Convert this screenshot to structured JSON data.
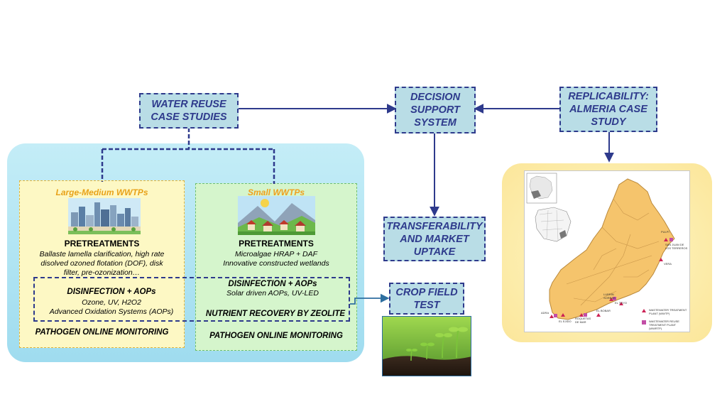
{
  "nodes": {
    "water_reuse": {
      "line1": "WATER REUSE",
      "line2": "CASE STUDIES"
    },
    "dss": {
      "line1": "DECISION",
      "line2": "SUPPORT",
      "line3": "SYSTEM"
    },
    "replicability": {
      "line1": "REPLICABILITY:",
      "line2": "ALMERIA CASE",
      "line3": "STUDY"
    },
    "transferability": {
      "line1": "TRANSFERABILITY",
      "line2": "AND MARKET",
      "line3": "UPTAKE"
    },
    "crop": {
      "line1": "CROP FIELD",
      "line2": "TEST"
    }
  },
  "large": {
    "title": "Large-Medium WWTPs",
    "pre_heading": "PRETREATMENTS",
    "pre_line1": "Ballaste lamella clarification, high rate",
    "pre_line2": "disolved ozoned flotation (DOF), disk",
    "pre_line3": "filter, pre-ozonization…",
    "dis_heading": "DISINFECTION + AOPs",
    "dis_line1": "Ozone, UV, H2O2",
    "dis_line2": "Advanced Oxidation Systems (AOPs)",
    "monitor": "PATHOGEN ONLINE MONITORING"
  },
  "small": {
    "title": "Small WWTPs",
    "pre_heading": "PRETREATMENTS",
    "pre_line1": "Microalgae HRAP + DAF",
    "pre_line2": "Innovative constructed wetlands",
    "dis_heading": "DISINFECTION + AOPs",
    "dis_line1": "Solar driven AOPs, UV-LED",
    "nutrient": "NUTRIENT RECOVERY BY ZEOLITE",
    "monitor": "PATHOGEN ONLINE MONITORING"
  },
  "map": {
    "labels": {
      "pulpi": "PULPÍ",
      "san_juan_1": "SAN JUAN DE",
      "san_juan_2": "LOS TERREROS",
      "vera": "VERA",
      "lubrin_1": "LUBRÍN",
      "lubrin_2": "SORBAS",
      "el_toyo": "EL TOYO",
      "el_bobar": "EL BOBAR",
      "adra": "ADRA",
      "el_ejido": "EL EJIDO",
      "roquetas_1": "ROQUETAS",
      "roquetas_2": "DE MAR"
    },
    "legend": {
      "wwtp_1": "WASTEWATER TREATMENT",
      "wwtp_2": "PLANT (WWTP)",
      "wwrtp_1": "WASTEWATER REUSE",
      "wwrtp_2": "TREATMENT PLANT (WWRTP)"
    }
  },
  "colors": {
    "box_fill": "#b9dde6",
    "box_border": "#2e3a8c",
    "large_title": "#e8a21a",
    "small_title": "#f0a020",
    "map_fill": "#f5c46c",
    "wwtp_marker": "#cc2255",
    "wwrtp_marker": "#c24ea6"
  }
}
